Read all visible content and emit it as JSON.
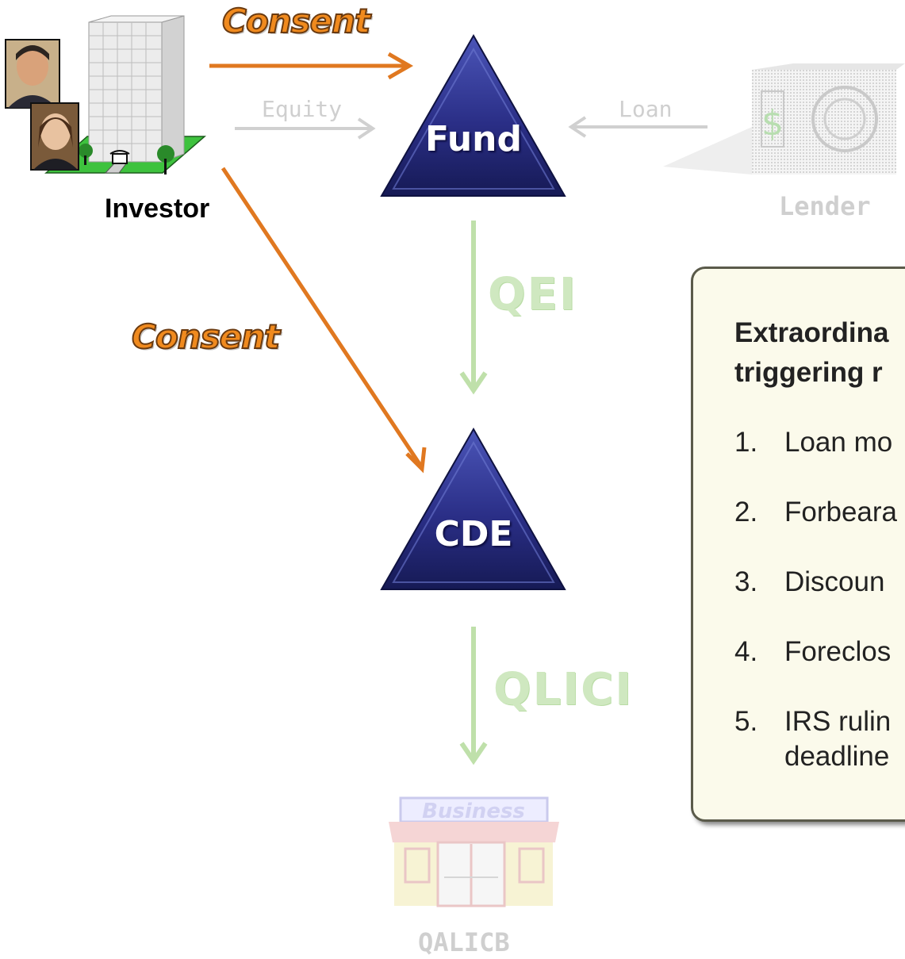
{
  "diagram": {
    "consent_top": "Consent",
    "consent_left": "Consent",
    "fund_label": "Fund",
    "cde_label": "CDE",
    "equity_label": "Equity",
    "loan_label": "Loan",
    "lender_label": "Lender",
    "investor_label": "Investor",
    "qei_label": "QEI",
    "qlici_label": "QLICI",
    "qalicb_label": "QALICB",
    "business_sign": "Business",
    "colors": {
      "consent_arrow": "#e07820",
      "triangle": "#2b2f86",
      "faded": "#cfcfcf",
      "green": "#cfe8c0"
    }
  },
  "callout": {
    "title_line1": "Extraordina",
    "title_line2": "triggering r",
    "items": [
      {
        "num": "1.",
        "text": "Loan mo",
        "cont": ""
      },
      {
        "num": "2.",
        "text": "Forbeara",
        "cont": ""
      },
      {
        "num": "3.",
        "text": "Discoun",
        "cont": ""
      },
      {
        "num": "4.",
        "text": "Foreclos",
        "cont": ""
      },
      {
        "num": "5.",
        "text": "IRS rulin",
        "cont": "deadline"
      }
    ]
  }
}
